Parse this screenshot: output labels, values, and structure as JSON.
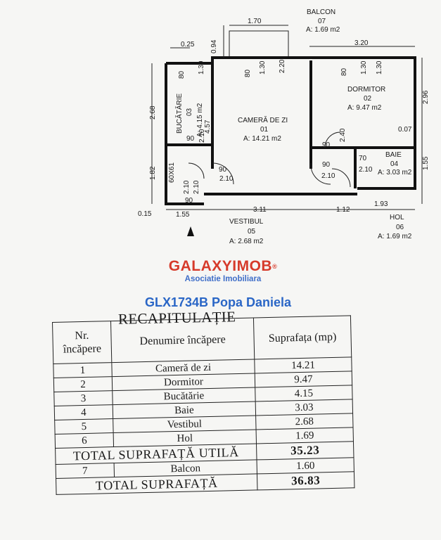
{
  "plan": {
    "rooms": [
      {
        "id": "balcon",
        "name": "BALCON",
        "num": "07",
        "area": "A: 1.69 m2"
      },
      {
        "id": "bucatarie",
        "name": "BUCĂTĂRIE",
        "num": "03",
        "area": "A: 4.15 m2"
      },
      {
        "id": "camera",
        "name": "CAMERĂ DE ZI",
        "num": "01",
        "area": "A: 14.21 m2"
      },
      {
        "id": "dormitor",
        "name": "DORMITOR",
        "num": "02",
        "area": "A: 9.47 m2"
      },
      {
        "id": "baie",
        "name": "BAIE",
        "num": "04",
        "area": "A: 3.03 m2"
      },
      {
        "id": "vestibul",
        "name": "VESTIBUL",
        "num": "05",
        "area": "A: 2.68 m2"
      },
      {
        "id": "hol",
        "name": "HOL",
        "num": "06",
        "area": "A: 1.69 m2"
      }
    ],
    "dims": {
      "d_170": "1.70",
      "d_094": "0.94",
      "d_025": "0.25",
      "d_320": "3.20",
      "d_268": "2.68",
      "d_182": "1.82",
      "d_457": "4.57",
      "d_296": "2.96",
      "d_155v": "1.55",
      "d_015": "0.15",
      "d_155": "1.55",
      "d_311": "3.11",
      "d_112": "1.12",
      "d_193": "1.93",
      "d_007": "0.07",
      "d_80a": "80",
      "d_130a": "1.30",
      "d_80b": "80",
      "d_130b": "1.30",
      "d_220": "2.20",
      "d_80c": "80",
      "d_130c": "1.30",
      "d_130d": "1.30",
      "d_90a": "90",
      "d_210a": "2.10",
      "d_90b": "90",
      "d_210b": "2.10",
      "d_90c": "90",
      "d_210c": "2.10",
      "d_90d": "90",
      "d_210d": "2.10",
      "d_70": "70",
      "d_210e": "2.10",
      "d_210f": "2.10",
      "d_240": "2.40",
      "d_60x61": "60X61"
    }
  },
  "brand": {
    "logo_text": "GALAXYIMOB",
    "logo_mark": "®",
    "tagline": "Asociatie Imobiliara",
    "reference": "GLX1734B Popa Daniela",
    "red": "#d63a2a",
    "blue": "#2a66c6"
  },
  "recap": {
    "title": "RECAPITULAȚIE",
    "headers": {
      "nr": "Nr. încăpere",
      "name": "Denumire încăpere",
      "area": "Suprafața (mp)"
    },
    "rows": [
      {
        "nr": "1",
        "name": "Cameră de zi",
        "area": "14.21"
      },
      {
        "nr": "2",
        "name": "Dormitor",
        "area": "9.47"
      },
      {
        "nr": "3",
        "name": "Bucătărie",
        "area": "4.15"
      },
      {
        "nr": "4",
        "name": "Baie",
        "area": "3.03"
      },
      {
        "nr": "5",
        "name": "Vestibul",
        "area": "2.68"
      },
      {
        "nr": "6",
        "name": "Hol",
        "area": "1.69"
      }
    ],
    "total_util_label": "TOTAL SUPRAFAȚĂ UTILĂ",
    "total_util_value": "35.23",
    "balcon_row": {
      "nr": "7",
      "name": "Balcon",
      "area": "1.60"
    },
    "total_label": "TOTAL SUPRAFAȚĂ",
    "total_value": "36.83"
  }
}
